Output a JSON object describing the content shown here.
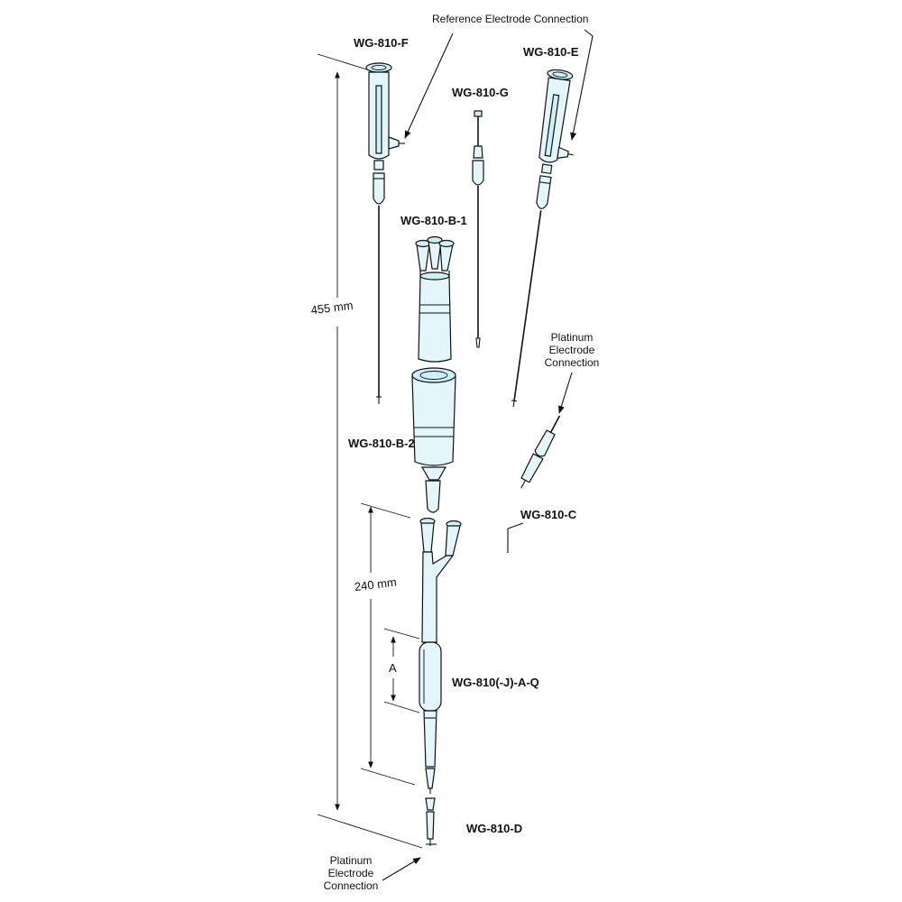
{
  "labels": {
    "wg810f": "WG-810-F",
    "wg810e": "WG-810-E",
    "wg810g": "WG-810-G",
    "wg810b1": "WG-810-B-1",
    "wg810b2": "WG-810-B-2",
    "wg810c": "WG-810-C",
    "wg810aq": "WG-810(-J)-A-Q",
    "wg810d": "WG-810-D"
  },
  "callouts": {
    "reference": "Reference Electrode Connection",
    "platinum_top": [
      "Platinum",
      "Electrode",
      "Connection"
    ],
    "platinum_bottom": [
      "Platinum",
      "Electrode",
      "Connection"
    ]
  },
  "dimensions": {
    "overall": "455 mm",
    "tube": "240 mm",
    "bulb": "A"
  }
}
